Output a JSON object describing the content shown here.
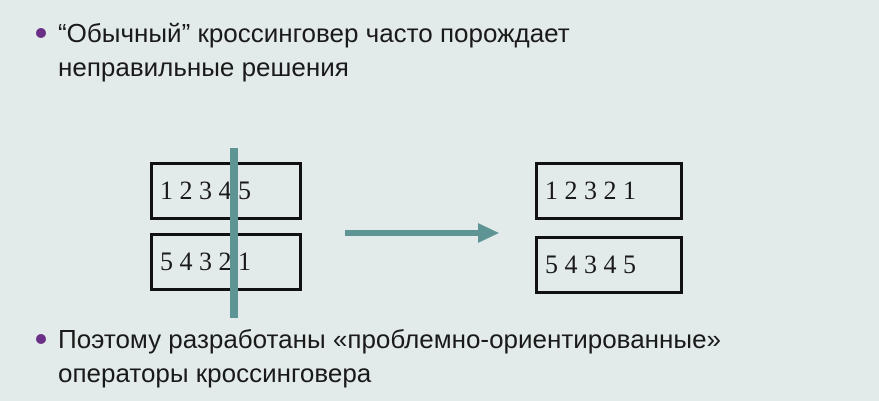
{
  "bullets": [
    {
      "lines": [
        "“Обычный” кроссинговер часто порождает",
        "неправильные решения"
      ]
    },
    {
      "lines": [
        "Поэтому разработаны «проблемно-ориентированные»",
        "операторы кроссинговера"
      ]
    }
  ],
  "diagram": {
    "parents": [
      "1 2 3 4 5",
      "5 4 3 2 1"
    ],
    "offspring": [
      "1 2 3 2 1",
      "5 4 3 4 5"
    ]
  },
  "colors": {
    "background": "#e3ebea",
    "bullet": "#6a2f86",
    "cut_line": "#5e9494",
    "arrow": "#5e9494"
  }
}
